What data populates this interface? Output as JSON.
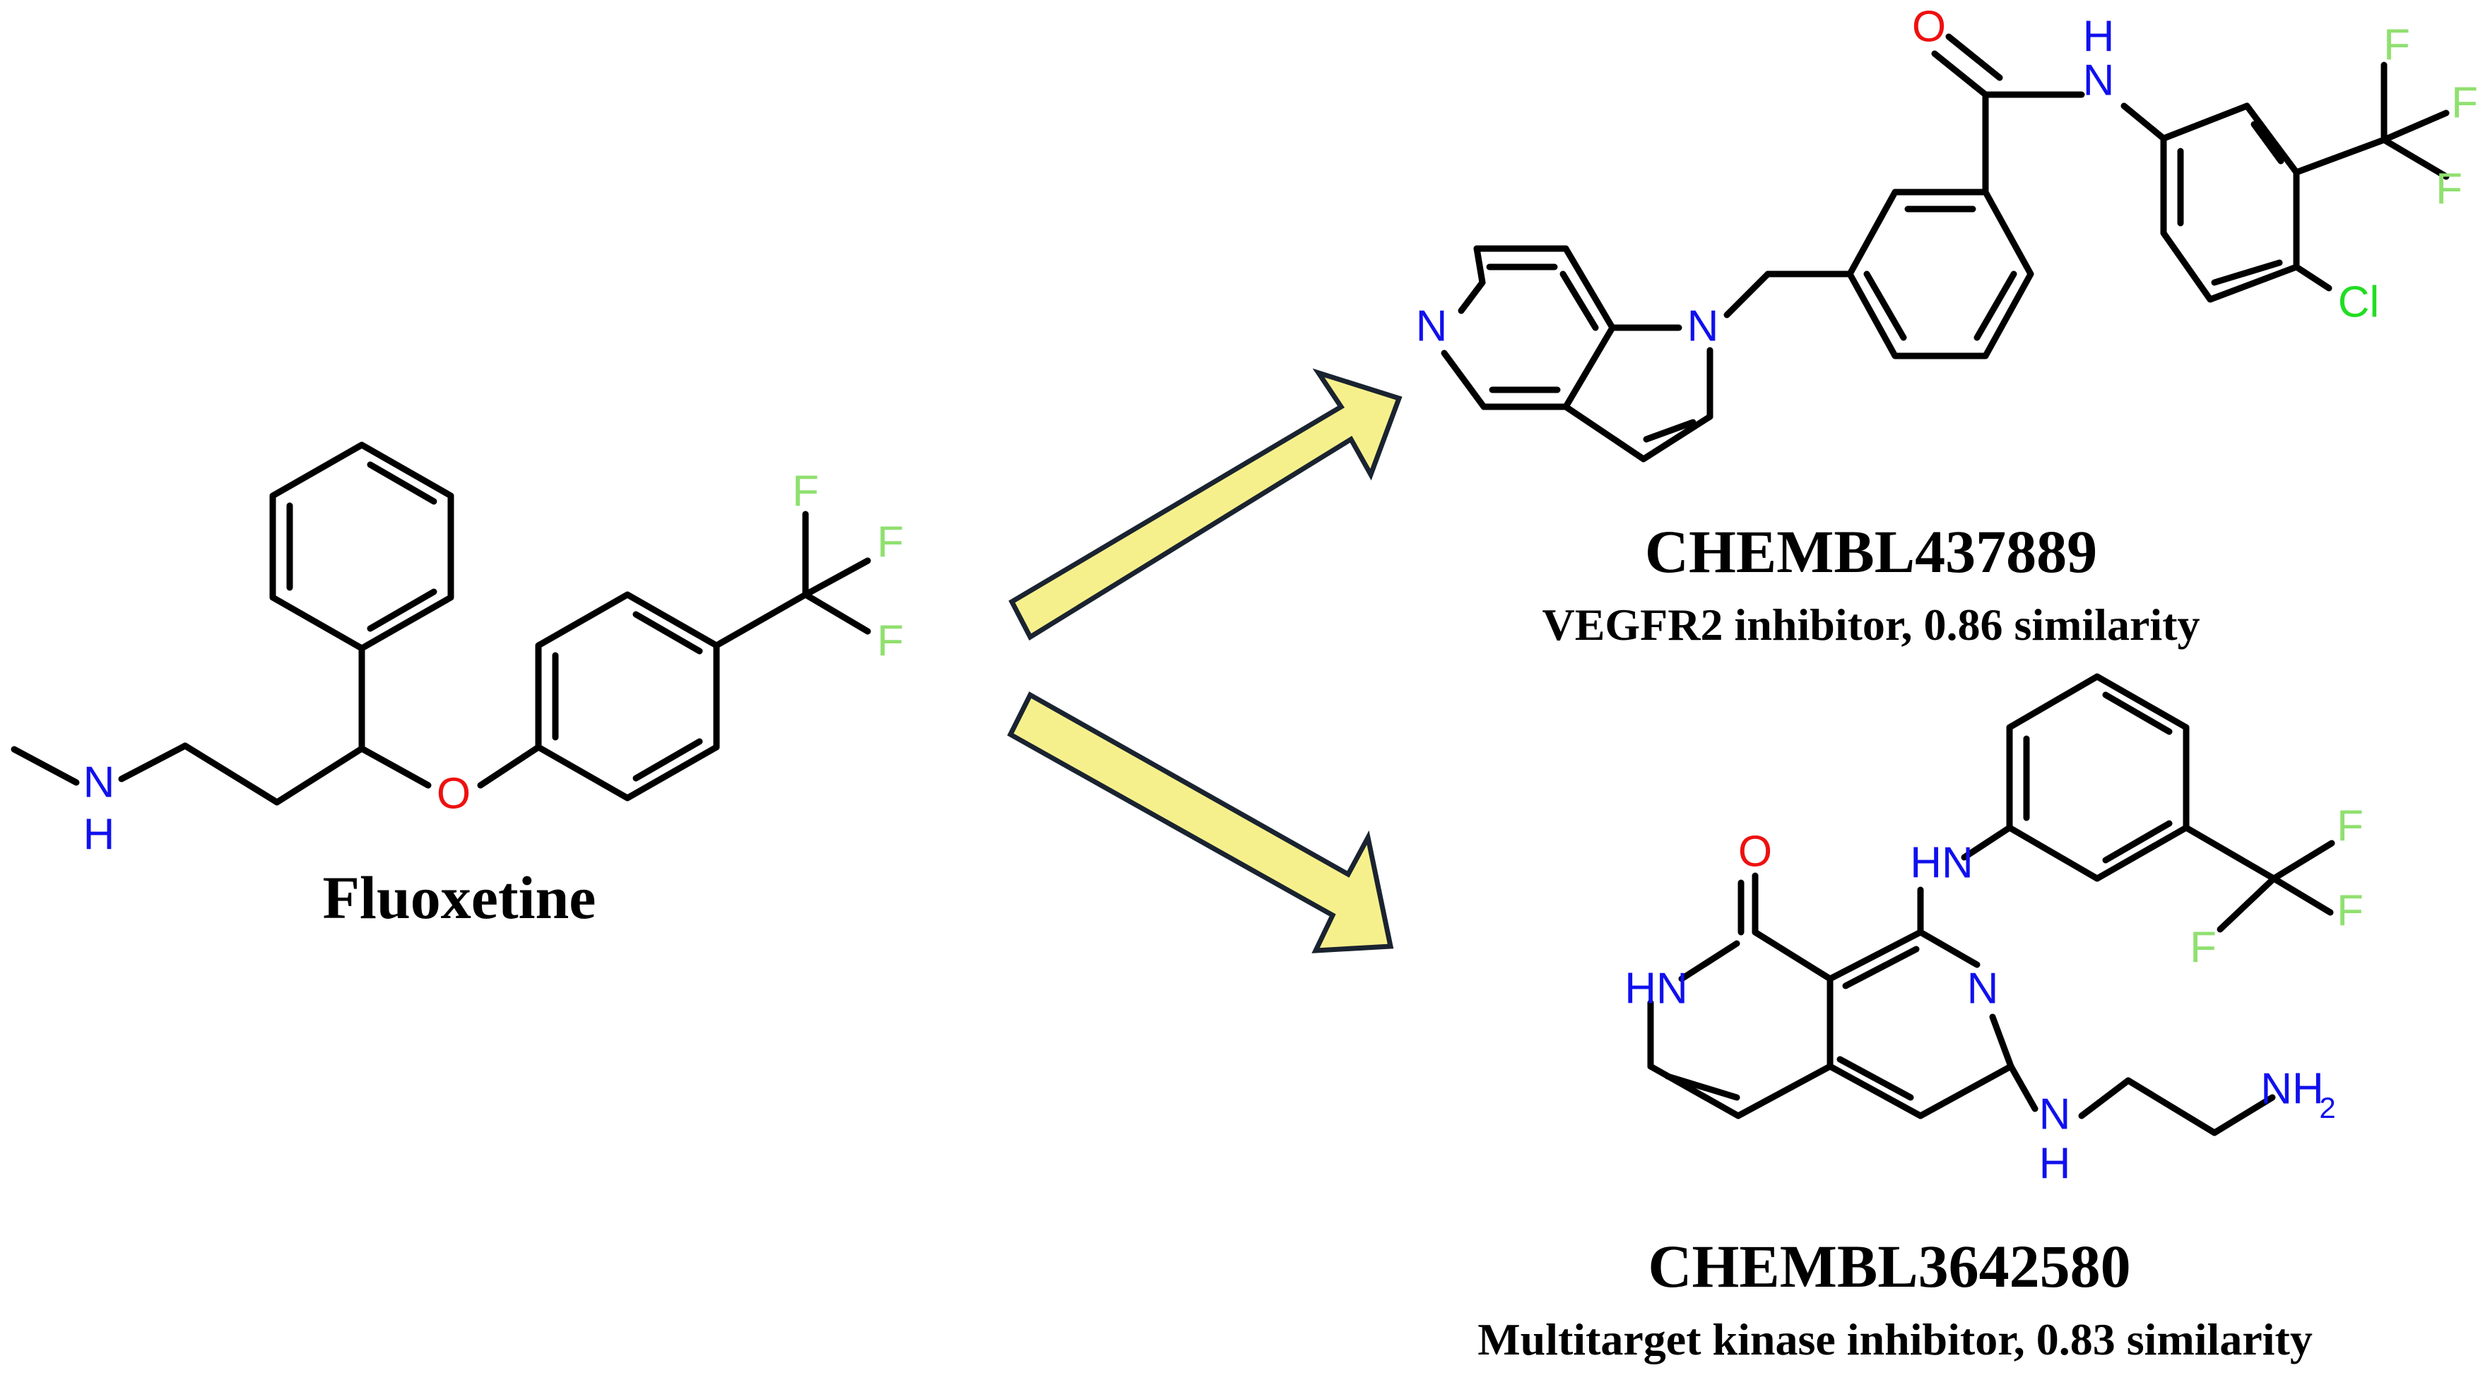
{
  "colors": {
    "bond": "#000000",
    "nitrogen": "#1010ee",
    "oxygen": "#ee1010",
    "fluorine": "#90e070",
    "chlorine": "#22dd22",
    "arrow_fill": "#f6f08c",
    "arrow_outline": "#1a2330"
  },
  "atoms": {
    "N": "N",
    "H": "H",
    "HN": "HN",
    "NH": "NH",
    "O": "O",
    "F": "F",
    "Cl": "Cl",
    "2": "2"
  },
  "molecules": {
    "fluoxetine": {
      "name": "Fluoxetine"
    },
    "chembl437889": {
      "name": "CHEMBL437889",
      "description": "VEGFR2 inhibitor, 0.86 similarity"
    },
    "chembl3642580": {
      "name": "CHEMBL3642580",
      "description": "Multitarget kinase inhibitor, 0.83 similarity"
    }
  }
}
